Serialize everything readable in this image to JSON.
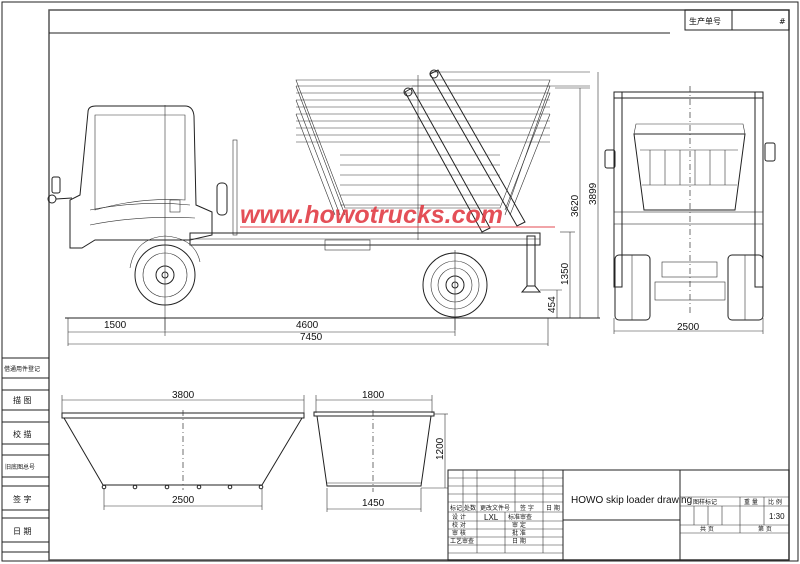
{
  "header": {
    "production_no_label": "生产单号",
    "production_no_value": "#"
  },
  "left_sidebar": {
    "items": [
      "借通用件登记",
      "描 图",
      "校 描",
      "旧底图总号",
      "签 字",
      "日 期"
    ]
  },
  "side_view": {
    "dimensions": {
      "front_overhang": "1500",
      "wheelbase": "4600",
      "overall_length": "7450",
      "height_arm": "3620",
      "overall_height": "3899",
      "frame_height": "1350",
      "stabilizer_height": "454"
    },
    "watermark": "www.howotrucks.com"
  },
  "rear_view": {
    "width": "2500"
  },
  "skip_side_view": {
    "top_length": "3800",
    "bottom_length": "2500"
  },
  "skip_end_view": {
    "top_width": "1800",
    "bottom_width": "1450",
    "height": "1200"
  },
  "title_block": {
    "drawing_title": "HOWO skip loader drawing",
    "revision_headers": [
      "标记",
      "处数",
      "更改文件号",
      "签 字",
      "日 期"
    ],
    "sign_rows": [
      {
        "label": "设 计",
        "value": "LXL",
        "label2": "标准审查"
      },
      {
        "label": "校 对",
        "value": "",
        "label2": "审 定"
      },
      {
        "label": "审 核",
        "value": "",
        "label2": "批 准"
      },
      {
        "label": "工艺审查",
        "value": "",
        "label2": "日 期"
      }
    ],
    "stage_mark_label": "图样标记",
    "weight_label": "重 量",
    "scale_label": "比 例",
    "scale_value": "1:30",
    "total_sheets_label": "共 页",
    "sheet_label": "第 页"
  }
}
